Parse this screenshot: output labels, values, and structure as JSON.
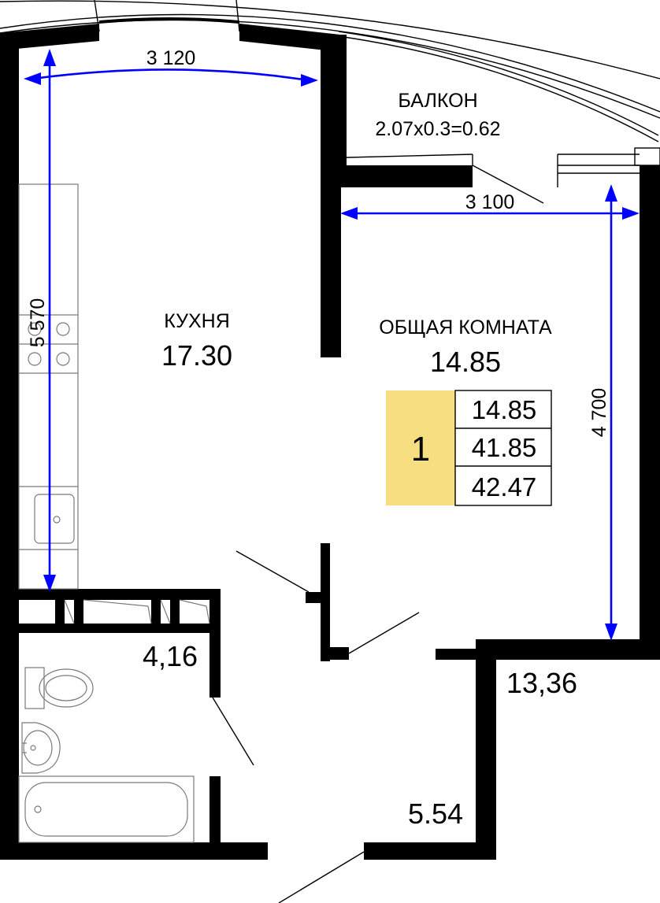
{
  "balcony": {
    "label": "БАЛКОН",
    "formula": "2.07x0.3=0.62"
  },
  "kitchen": {
    "name": "КУХНЯ",
    "area": "17.30"
  },
  "living_room": {
    "name": "ОБЩАЯ КОМНАТА",
    "area": "14.85"
  },
  "bathroom": {
    "area": "4,16"
  },
  "corridor": {
    "area": "5.54"
  },
  "adjacent_area": "13,36",
  "dimensions": {
    "kitchen_width": "3 120",
    "kitchen_length": "5 570",
    "room_width": "3 100",
    "room_length": "4 700"
  },
  "summary_badge": {
    "rooms": "1",
    "living_area": "14.85",
    "total_area": "41.85",
    "total_with_balcony": "42.47",
    "color": "#f7de80"
  },
  "colors": {
    "walls": "#000000",
    "dimension_lines": "#0000ff",
    "fixtures": "#7a7a7a"
  }
}
